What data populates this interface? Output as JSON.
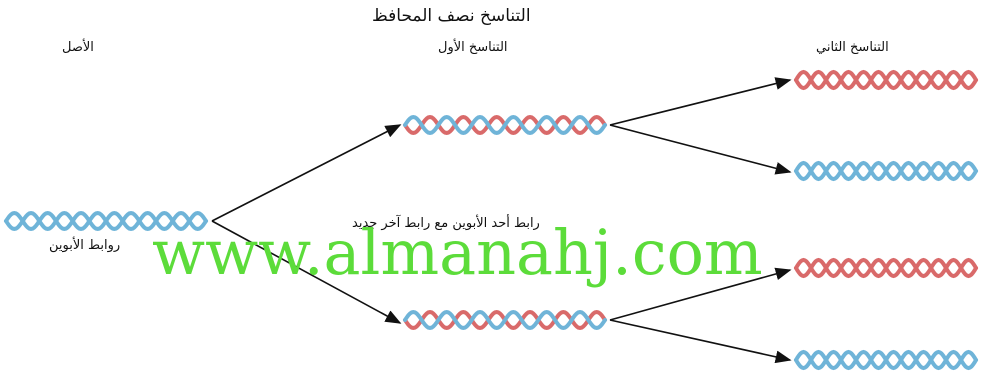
{
  "diagram": {
    "title": "التناسخ نصف المحافظ",
    "labels": {
      "original": "الأصل",
      "first_replication": "التناسخ الأول",
      "second_replication": "التناسخ الثاني",
      "parent_strands": "روابط الأبوين",
      "hybrid_note": "رابط أحد الأبوين مع رابط آخر جديد"
    },
    "watermark": "www.almanahj.com",
    "colors": {
      "parent_strand": "#6fb4d8",
      "new_strand": "#d96a6a",
      "arrow": "#111111",
      "watermark": "#5cdc3a",
      "text": "#111111"
    }
  }
}
